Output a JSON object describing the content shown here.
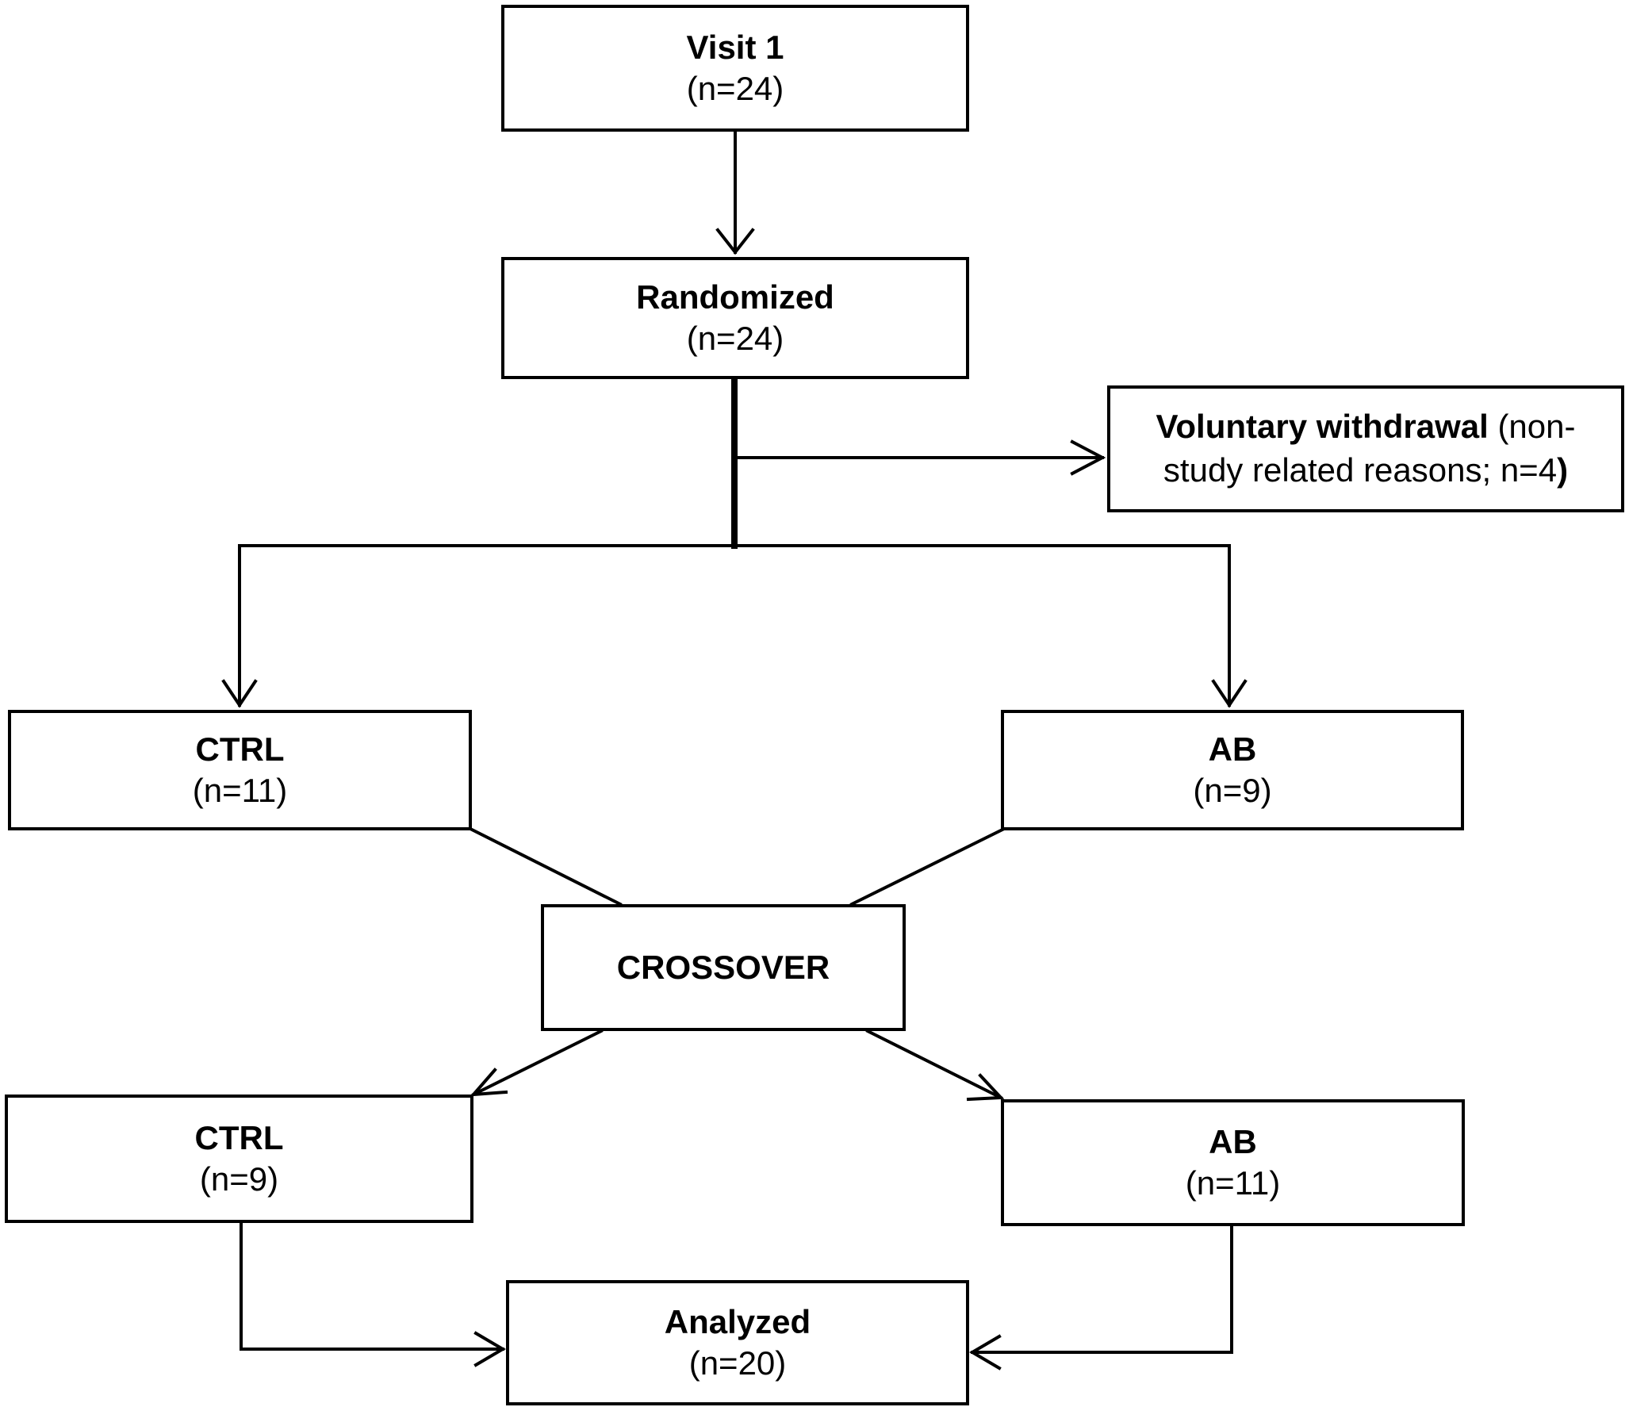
{
  "boxes": {
    "visit1": {
      "title": "Visit 1",
      "count": "(n=24)"
    },
    "randomized": {
      "title": "Randomized",
      "count": "(n=24)"
    },
    "withdrawal": {
      "title": "Voluntary withdrawal",
      "text_a": " (non-",
      "text_b": "study related reasons; n=4",
      "close": ")"
    },
    "ctrl_first": {
      "title": "CTRL",
      "count": "(n=11)"
    },
    "ab_first": {
      "title": "AB",
      "count": "(n=9)"
    },
    "crossover": {
      "title": "CROSSOVER"
    },
    "ctrl_second": {
      "title": "CTRL",
      "count": "(n=9)"
    },
    "ab_second": {
      "title": "AB",
      "count": "(n=11)"
    },
    "analyzed": {
      "title": "Analyzed",
      "count": "(n=20)"
    }
  }
}
